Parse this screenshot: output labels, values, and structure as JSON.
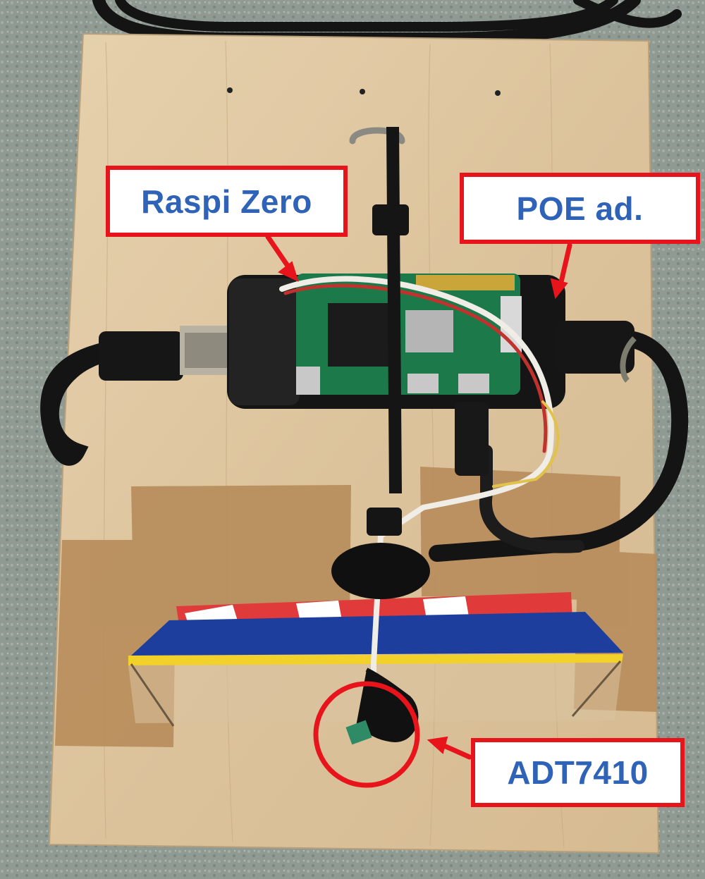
{
  "photo": {
    "description_icon": "photo-of-raspberry-pi-zero-mounted-on-plywood",
    "colors": {
      "carpet": "#8f9a92",
      "plywood": "#e0c9a5",
      "tape": "#b88d5c",
      "callout_border": "#e8141b",
      "callout_text": "#2f63b8",
      "pcb": "#1c7a4a"
    }
  },
  "callouts": {
    "raspi": "Raspi Zero",
    "poe": "POE ad.",
    "adt": "ADT7410"
  }
}
